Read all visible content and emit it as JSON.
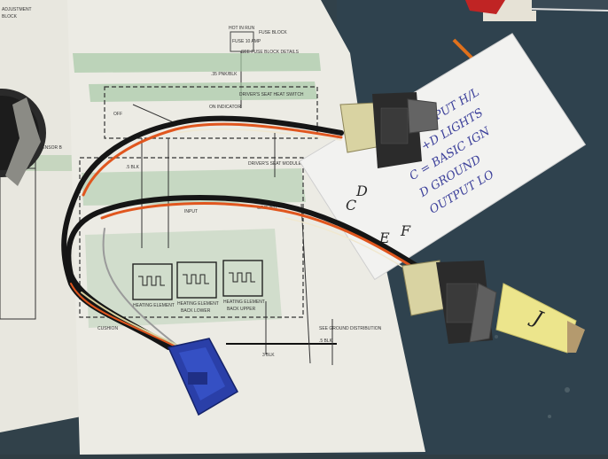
{
  "photo": {
    "note_card": {
      "line_a": "A = OUTPUT H/L",
      "line_b": "B = +D LIGHTS",
      "line_c": "C = BASIC IGN",
      "line_d": "D GROUND",
      "line_e": "OUTPUT LO",
      "letters_column": [
        "D",
        "C",
        "E",
        "F"
      ]
    },
    "tape_label": "J",
    "diagram_text": {
      "hot_in_run": "HOT IN RUN",
      "fuse": "FUSE 10 AMP",
      "fuse_block": "FUSE BLOCK",
      "see_fuse_block": "SEE FUSE BLOCK DETAILS",
      "pnk_blk": ".35 PNK/BLK",
      "driver_heat": "DRIVER'S SEAT HEAT SWITCH",
      "on_indicator": "ON INDICATOR",
      "off": "OFF",
      "s_blk": ".5 BLK",
      "driver_module": "DRIVER'S SEAT MODULE",
      "input": "INPUT",
      "ground": "GROUND",
      "heating_element": "HEATING ELEMENT",
      "back_lower": "BACK LOWER",
      "back_upper": "BACK UPPER",
      "see_ground": "SEE GROUND DISTRIBUTION",
      "cushion": "CUSHION",
      "blk_3": "3 BLK",
      "s_blk_2": ".5 BLK"
    },
    "left_sheet_text": [
      "SENSOR B",
      "ADJUSTMENT",
      "BLOCK"
    ],
    "colors": {
      "bench": "#2f3d44",
      "paper": "#ecebe4",
      "harness_orange": "#e0561e",
      "harness_black": "#151515",
      "connector_beige": "#d9d3a2",
      "switch_body": "#2b2b2b",
      "blue_connector": "#2a3fa8",
      "tape": "#ece58c"
    }
  }
}
